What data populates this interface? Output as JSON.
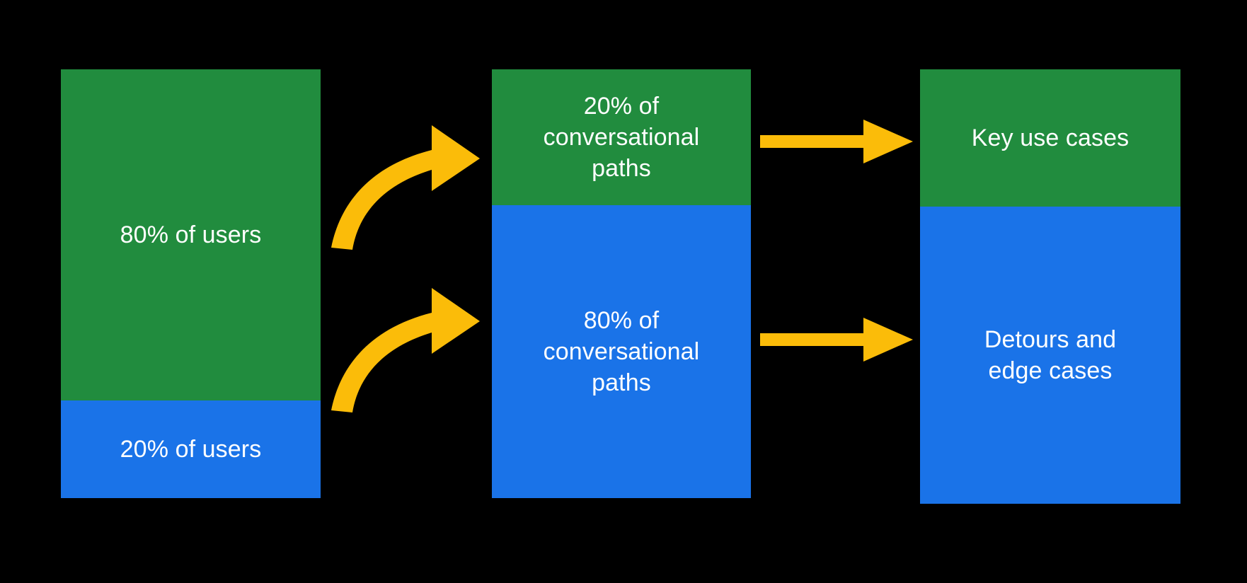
{
  "diagram": {
    "title": "80/20 conversational design diagram",
    "background_color": "#000000",
    "colors": {
      "green": "#218c3e",
      "blue": "#1a73e8",
      "arrow": "#fbbc09",
      "text": "#ffffff"
    },
    "columns": [
      {
        "name": "users",
        "segments": [
          {
            "key": "users_majority",
            "label": "80% of users",
            "color": "#218c3e",
            "share": 80
          },
          {
            "key": "users_minority",
            "label": "20% of users",
            "color": "#1a73e8",
            "share": 20
          }
        ]
      },
      {
        "name": "conversational-paths",
        "segments": [
          {
            "key": "paths_minority",
            "label": "20% of\nconversational\npaths",
            "color": "#218c3e",
            "share": 20
          },
          {
            "key": "paths_majority",
            "label": "80% of\nconversational\npaths",
            "color": "#1a73e8",
            "share": 80
          }
        ]
      },
      {
        "name": "outcomes",
        "segments": [
          {
            "key": "key_use_cases",
            "label": "Key use cases",
            "color": "#218c3e",
            "share": 20
          },
          {
            "key": "detours_edge_cases",
            "label": "Detours and\nedge cases",
            "color": "#1a73e8",
            "share": 80
          }
        ]
      }
    ],
    "arrows": [
      {
        "key": "curve_top",
        "style": "curved",
        "from": "users_majority",
        "to": "paths_minority",
        "color": "#fbbc09"
      },
      {
        "key": "curve_bottom",
        "style": "curved",
        "from": "users_minority",
        "to": "paths_majority",
        "color": "#fbbc09"
      },
      {
        "key": "straight_top",
        "style": "straight",
        "from": "paths_minority",
        "to": "key_use_cases",
        "color": "#fbbc09"
      },
      {
        "key": "straight_bottom",
        "style": "straight",
        "from": "paths_majority",
        "to": "detours_edge_cases",
        "color": "#fbbc09"
      }
    ]
  }
}
